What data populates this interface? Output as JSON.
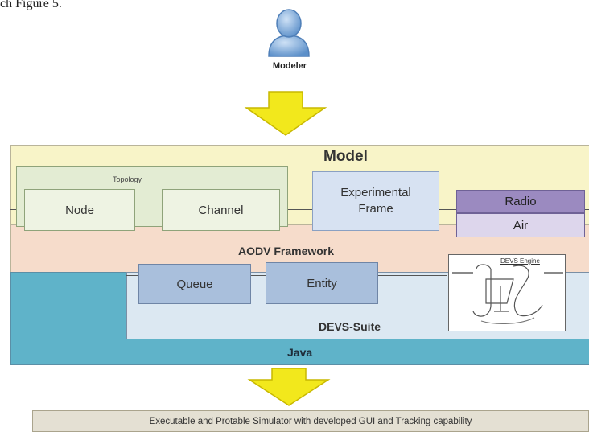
{
  "caption_fragment": "ch Figure 5.",
  "actor": {
    "label": "Modeler",
    "icon": "user-icon"
  },
  "layers": {
    "model": "Model",
    "topology": "Topology",
    "node": "Node",
    "channel": "Channel",
    "experimental_frame": "Experimental Frame",
    "radio": "Radio",
    "air": "Air",
    "aodv": "AODV Framework",
    "queue": "Queue",
    "entity": "Entity",
    "devs_engine": "DEVS Engine",
    "devs_suite": "DEVS-Suite",
    "java": "Java"
  },
  "output": "Executable and Protable Simulator with developed GUI and Tracking capability",
  "colors": {
    "model_bg": "#f8f4c8",
    "aodv_bg": "#f6dccb",
    "java_bg": "#5fb3c9",
    "devs_bg": "#dce8f2",
    "green_box": "#e3ecd3",
    "blue_box": "#c8d6ec",
    "radio": "#9b8ac0",
    "air": "#ddd6ec",
    "arrow": "#f2e81c",
    "output_bg": "#e4e0d3"
  }
}
